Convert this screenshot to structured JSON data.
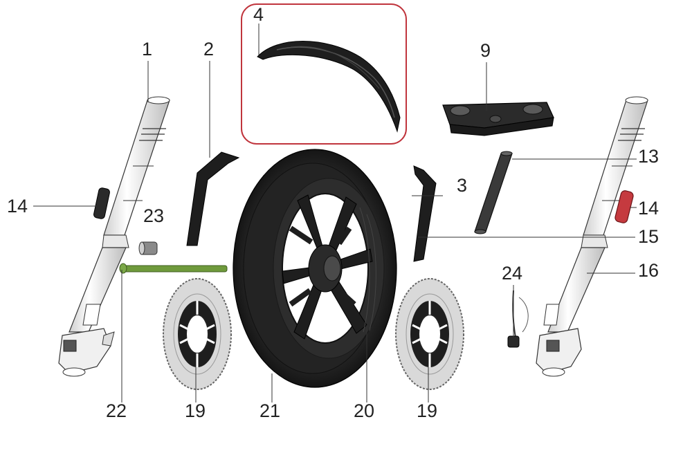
{
  "callouts": [
    {
      "id": "c1",
      "label": "1"
    },
    {
      "id": "c2",
      "label": "2"
    },
    {
      "id": "c4",
      "label": "4"
    },
    {
      "id": "c9",
      "label": "9"
    },
    {
      "id": "c13",
      "label": "13"
    },
    {
      "id": "c3",
      "label": "3"
    },
    {
      "id": "c14a",
      "label": "14"
    },
    {
      "id": "c14b",
      "label": "14"
    },
    {
      "id": "c23",
      "label": "23"
    },
    {
      "id": "c15",
      "label": "15"
    },
    {
      "id": "c16",
      "label": "16"
    },
    {
      "id": "c24",
      "label": "24"
    },
    {
      "id": "c22",
      "label": "22"
    },
    {
      "id": "c19a",
      "label": "19"
    },
    {
      "id": "c21",
      "label": "21"
    },
    {
      "id": "c20",
      "label": "20"
    },
    {
      "id": "c19b",
      "label": "19"
    }
  ],
  "colors": {
    "highlight_box": "#c0343c",
    "axle": "#6f9a3c",
    "reflector": "#c53a3f",
    "part_dark": "#1e1e1e",
    "part_grey": "#3a3a3a",
    "fork_tube": "#f2f2f2"
  },
  "icons": [
    "front-fork-left-icon",
    "mudguard-bracket-left-icon",
    "front-mudguard-icon",
    "triple-clamp-icon",
    "steering-stem-icon",
    "mudguard-bracket-right-icon",
    "front-fork-right-icon",
    "front-wheel-tire-icon",
    "brake-disc-left-icon",
    "brake-disc-right-icon",
    "wheel-axle-icon",
    "axle-spacer-icon",
    "reflector-left-icon",
    "reflector-right-icon",
    "speed-sensor-icon"
  ]
}
